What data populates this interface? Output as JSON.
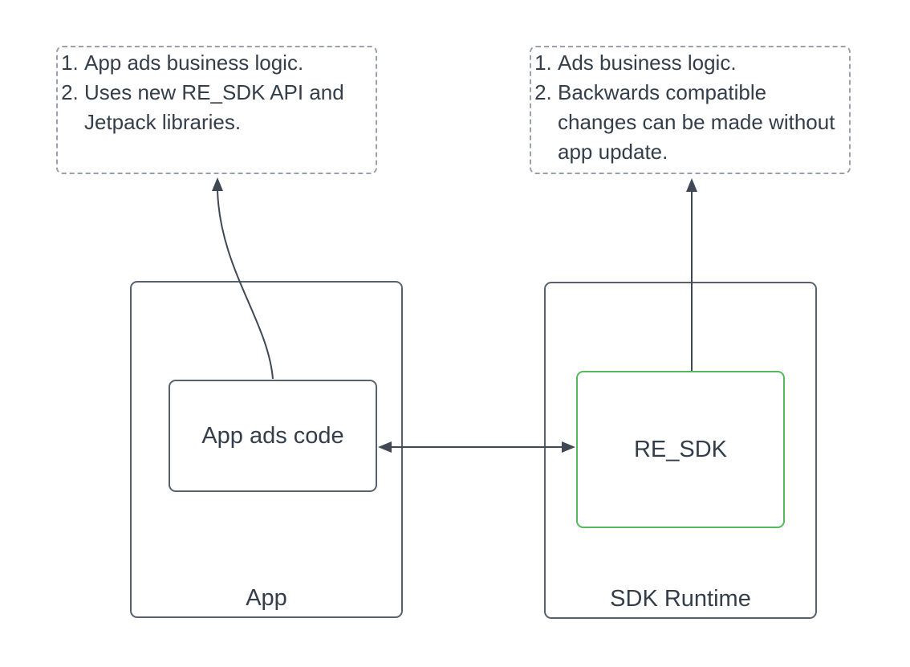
{
  "notes": {
    "left": {
      "items": [
        "App ads business logic.",
        "Uses new RE_SDK API and Jetpack libraries."
      ]
    },
    "right": {
      "items": [
        "Ads business logic.",
        "Backwards compatible changes can be made without app update."
      ]
    }
  },
  "boxes": {
    "app": {
      "label": "App"
    },
    "app_ads_code": {
      "label": "App ads code"
    },
    "sdk_runtime": {
      "label": "SDK Runtime"
    },
    "re_sdk": {
      "label": "RE_SDK"
    }
  },
  "arrows": [
    {
      "name": "app-ads-code-to-app-note",
      "type": "curved",
      "direction": "up"
    },
    {
      "name": "re-sdk-to-sdk-note",
      "type": "straight",
      "direction": "up"
    },
    {
      "name": "app-ads-code-re-sdk-link",
      "type": "straight",
      "direction": "bidirectional"
    }
  ],
  "colors": {
    "box_border": "#59616e",
    "highlight_border": "#56b85c",
    "arrow": "#3f4854",
    "note_border": "#9aa0ac",
    "text": "#343e4b",
    "background": "#ffffff"
  }
}
